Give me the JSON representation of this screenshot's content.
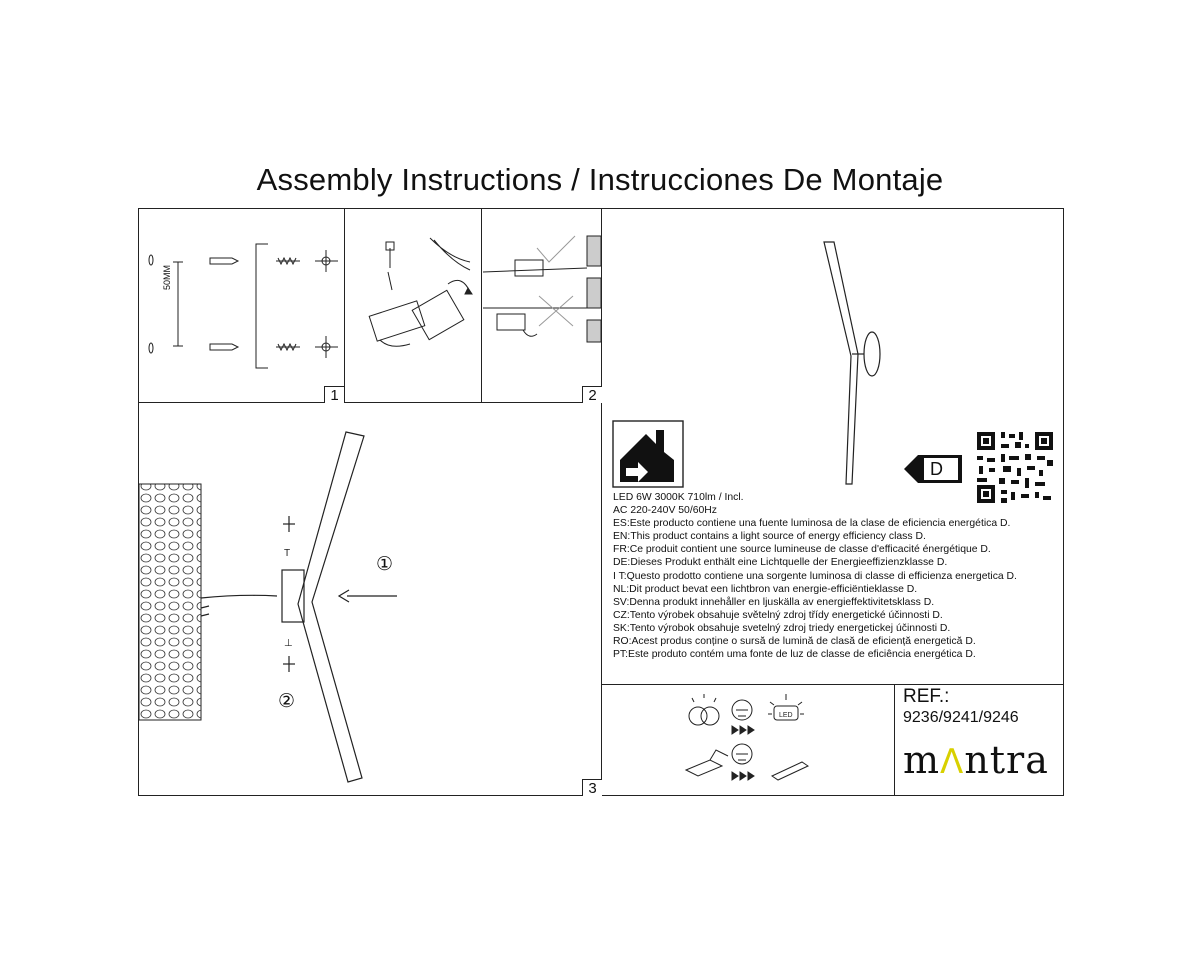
{
  "document": {
    "title": "Assembly Instructions / Instrucciones De Montaje"
  },
  "steps": {
    "step1": "1",
    "step2": "2",
    "step3": "3",
    "dimension_label": "50MM",
    "callout_1": "①",
    "callout_2": "②"
  },
  "specs": {
    "line1": "LED  6W  3000K  710lm / Incl.",
    "line2": "AC 220-240V  50/60Hz",
    "languages": [
      "ES:Este producto contiene una fuente luminosa de la clase de eficiencia energética D.",
      "EN:This product contains a light source of energy efficiency class D.",
      "FR:Ce produit contient une source lumineuse de classe d'efficacité énergétique D.",
      "DE:Dieses Produkt enthält eine Lichtquelle der Energieeffizienzklasse D.",
      "I T:Questo prodotto contiene una sorgente luminosa di classe di efficienza energetica D.",
      "NL:Dit product bevat een lichtbron van energie-efficiëntieklasse D.",
      "SV:Denna produkt innehåller en ljuskälla av energieffektivitetsklass D.",
      "CZ:Tento výrobek obsahuje světelný zdroj třídy energetické účinnosti D.",
      "SK:Tento výrobok obsahuje svetelný zdroj triedy energetickej účinnosti D.",
      "RO:Acest produs conține o sursă de lumină de clasă de eficiență energetică D.",
      "PT:Este produto contém uma fonte de luz de classe de eficiência energética D."
    ]
  },
  "energy": {
    "class": "D"
  },
  "icons": {
    "indoor": "indoor-use-house-icon",
    "qr": "qr-code-icon",
    "led": "led-icon",
    "driver": "driver-icon"
  },
  "footer": {
    "ref_label": "REF.:",
    "ref_codes": "9236/9241/9246",
    "brand_left": "m",
    "brand_mark": "Λ",
    "brand_right": "ntra",
    "brand_color": "#d8d000"
  }
}
